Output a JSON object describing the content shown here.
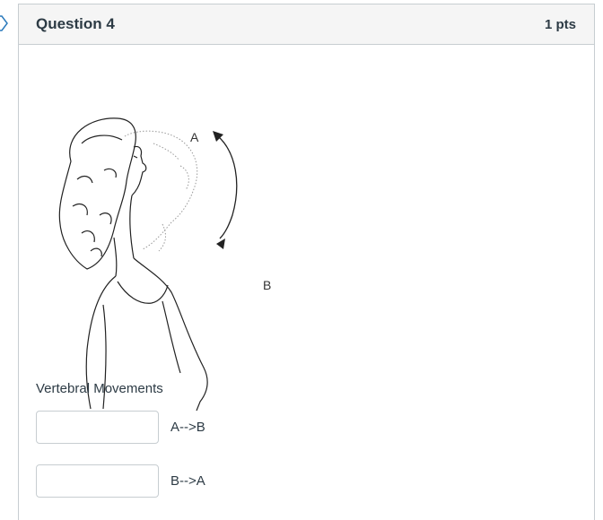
{
  "question": {
    "title": "Question 4",
    "points": "1 pts"
  },
  "illustration": {
    "label_a": "A",
    "label_b": "B"
  },
  "section_label": "Vertebral Movements",
  "answers": [
    {
      "value": "",
      "placeholder": "",
      "label": "A-->B"
    },
    {
      "value": "",
      "placeholder": "",
      "label": "B-->A"
    }
  ]
}
